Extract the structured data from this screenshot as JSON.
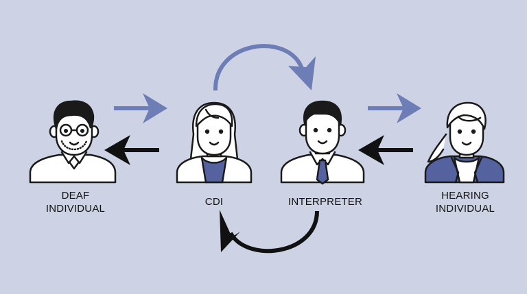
{
  "people": {
    "deaf": {
      "line1": "DEAF",
      "line2": "INDIVIDUAL"
    },
    "cdi": {
      "line1": "CDI"
    },
    "interpreter": {
      "line1": "INTERPRETER"
    },
    "hearing": {
      "line1": "HEARING",
      "line2": "INDIVIDUAL"
    }
  },
  "colors": {
    "background": "#cdd3e4",
    "accent_arrow": "#6d7db5",
    "dark_arrow": "#111111",
    "shirt_blue": "#5463a0",
    "outline": "#1a1a1a"
  },
  "icons": [
    "deaf-person-icon",
    "cdi-person-icon",
    "interpreter-person-icon",
    "hearing-person-icon"
  ]
}
